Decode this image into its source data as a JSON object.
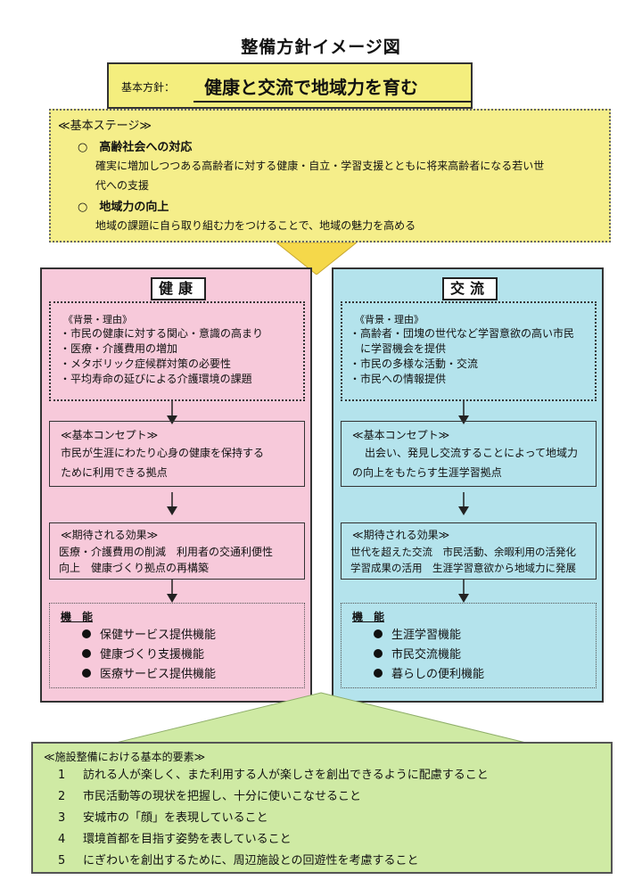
{
  "title": "整備方針イメージ図",
  "policy": {
    "label": "基本方針：",
    "text": "健康と交流で地域力を育む"
  },
  "basic_stage": {
    "heading": "≪基本ステージ≫",
    "items": [
      {
        "title": "○　高齢社会への対応",
        "lines": [
          "確実に増加しつつある高齢者に対する健康・自立・学習支援とともに将来高齢者になる若い世",
          "代への支援"
        ]
      },
      {
        "title": "○　地域力の向上",
        "lines": [
          "地域の課題に自ら取り組む力をつけることで、地域の魅力を高める"
        ]
      }
    ]
  },
  "health": {
    "title": "健康",
    "reason_heading": "《背景・理由》",
    "reasons": [
      "・市民の健康に対する関心・意識の高まり",
      "・医療・介護費用の増加",
      "・メタボリック症候群対策の必要性",
      "・平均寿命の延びによる介護環境の課題"
    ],
    "concept_heading": "≪基本コンセプト≫",
    "concept_lines": [
      "市民が生涯にわたり心身の健康を保持する",
      "ために利用できる拠点"
    ],
    "effect_heading": "≪期待される効果≫",
    "effect_lines": [
      "医療・介護費用の削減　利用者の交通利便性",
      "向上　健康づくり拠点の再構築"
    ],
    "function_heading": "機　能",
    "functions": [
      "保健サービス提供機能",
      "健康づくり支援機能",
      "医療サービス提供機能"
    ]
  },
  "exchange": {
    "title": "交流",
    "reason_heading": "《背景・理由》",
    "reasons": [
      "・高齢者・団塊の世代など学習意欲の高い市民",
      "　に学習機会を提供",
      "・市民の多様な活動・交流",
      "・市民への情報提供"
    ],
    "concept_heading": "≪基本コンセプト≫",
    "concept_lines": [
      "出会い、発見し交流することによって地域力",
      "の向上をもたらす生涯学習拠点"
    ],
    "effect_heading": "≪期待される効果≫",
    "effect_lines": [
      "世代を超えた交流　市民活動、余暇利用の活発化",
      "学習成果の活用　生涯学習意欲から地域力に発展"
    ],
    "function_heading": "機　能",
    "functions": [
      "生涯学習機能",
      "市民交流機能",
      "暮らしの便利機能"
    ]
  },
  "basic_elements": {
    "heading": "≪施設整備における基本的要素≫",
    "items": [
      {
        "num": "1",
        "text": "訪れる人が楽しく、また利用する人が楽しさを創出できるように配慮すること"
      },
      {
        "num": "2",
        "text": "市民活動等の現状を把握し、十分に使いこなせること"
      },
      {
        "num": "3",
        "text": "安城市の「顔」を表現していること"
      },
      {
        "num": "4",
        "text": "環境首都を目指す姿勢を表していること"
      },
      {
        "num": "5",
        "text": "にぎわいを創出するために、周辺施設との回遊性を考慮すること"
      }
    ]
  },
  "colors": {
    "policy_bg": "#f4ee7e",
    "stage_bg": "#f5ee8a",
    "health_bg": "#f7c9da",
    "exchange_bg": "#b4e3ec",
    "elements_bg": "#cfeaa4",
    "arrow": "#f5d84a"
  }
}
